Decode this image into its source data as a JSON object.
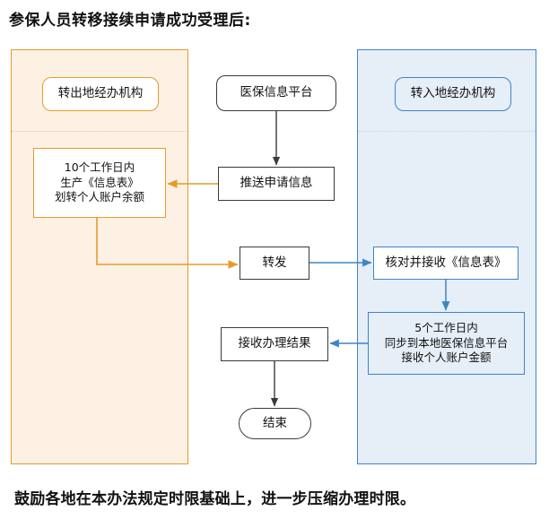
{
  "page": {
    "title": "参保人员转移接续申请成功受理后:",
    "footer": "鼓励各地在本办法规定时限基础上，进一步压缩办理时限。"
  },
  "colors": {
    "orange_border": "#E79A2B",
    "orange_fill": "#FDF1E3",
    "blue_border": "#3F84C6",
    "blue_fill": "#E6EEF8",
    "dark_border": "#3A3A3A",
    "text": "#111111"
  },
  "lanes": [
    {
      "id": "transfer-out",
      "label": "转出地经办机构",
      "accent": "orange"
    },
    {
      "id": "transfer-in",
      "label": "转入地经办机构",
      "accent": "blue"
    }
  ],
  "nodes": {
    "platform": {
      "label": "医保信息平台",
      "shape": "rounded",
      "accent": "dark"
    },
    "push_application": {
      "label": "推送申请信息",
      "shape": "rect",
      "accent": "dark"
    },
    "produce_form": {
      "label": "10个工作日内\n生产《信息表》\n划转个人账户余额",
      "shape": "rect",
      "accent": "orange"
    },
    "forward": {
      "label": "转发",
      "shape": "rect",
      "accent": "dark"
    },
    "verify_receive": {
      "label": "核对并接收《信息表》",
      "shape": "rect",
      "accent": "blue"
    },
    "sync_local": {
      "label": "5个工作日内\n同步到本地医保信息平台\n接收个人账户金额",
      "shape": "rect",
      "accent": "blue"
    },
    "receive_result": {
      "label": "接收办理结果",
      "shape": "rect",
      "accent": "dark"
    },
    "end": {
      "label": "结束",
      "shape": "pill",
      "accent": "dark"
    }
  },
  "edges": [
    {
      "id": "platform-to-push",
      "from": "platform",
      "to": "push_application",
      "color": "#3A3A3A"
    },
    {
      "id": "push-to-produce",
      "from": "push_application",
      "to": "produce_form",
      "color": "#E79A2B"
    },
    {
      "id": "produce-to-forward",
      "from": "produce_form",
      "to": "forward",
      "color": "#E79A2B"
    },
    {
      "id": "forward-to-verify",
      "from": "forward",
      "to": "verify_receive",
      "color": "#3F84C6"
    },
    {
      "id": "verify-to-sync",
      "from": "verify_receive",
      "to": "sync_local",
      "color": "#3F84C6"
    },
    {
      "id": "sync-to-receive",
      "from": "sync_local",
      "to": "receive_result",
      "color": "#3F84C6"
    },
    {
      "id": "receive-to-end",
      "from": "receive_result",
      "to": "end",
      "color": "#3A3A3A"
    }
  ]
}
